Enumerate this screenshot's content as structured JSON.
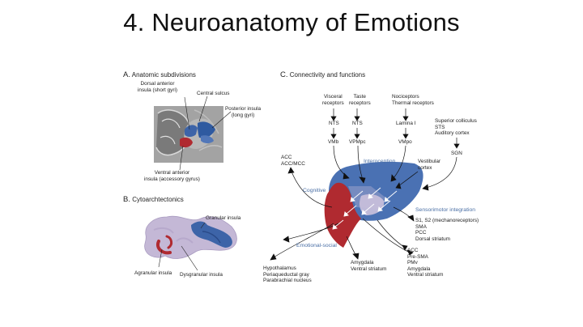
{
  "slide": {
    "title": "4. Neuroanatomy of Emotions"
  },
  "panel_a": {
    "letter": "A.",
    "title": "Anatomic subdivisions",
    "labels": {
      "dorsal_anterior": "Dorsal anterior\ninsula (short gyri)",
      "central_sulcus": "Central sulcus",
      "posterior": "Posterior insula\n(long gyri)",
      "ventral_anterior": "Ventral anterior\ninsula (accessory gyrus)"
    }
  },
  "panel_b": {
    "letter": "B.",
    "title": "Cytoarchtectonics",
    "labels": {
      "granular": "Granular insula",
      "agranular": "Agranular insula",
      "dysgranular": "Dysgranular insula"
    }
  },
  "panel_c": {
    "letter": "C.",
    "title": "Connectivity and functions",
    "inputs": {
      "visceral": "Visceral\nreceptors",
      "taste": "Taste\nreceptors",
      "nociceptors": "Nociceptors\nThermal receptors",
      "superior": "Superior colliculus\nSTS\nAuditory cortex"
    },
    "relays": {
      "nts1": "NTS",
      "nts2": "NTS",
      "lamina": "Lamina I",
      "sgn": "SGN",
      "vmb": "VMb",
      "vpmpc": "VPMpc",
      "vmpo": "VMpo"
    },
    "regions": {
      "interoception": "Interoception",
      "cognitive": "Cognitive",
      "sensorimotor": "Sensorimotor integration",
      "emotional_social": "Emotional-social"
    },
    "targets": {
      "acc_mcc": "ACC\nACC/MCC",
      "vestibular": "Vestibular\ncortex",
      "s1s2": "S1, S2 (mechanoreceptors)\nSMA\nPCC\nDorsal striatum",
      "acc_list": "ACC\nPre-SMA\nPMv\nAmygdala\nVentral striatum",
      "amygdala": "Amygdala\nVentral striatum",
      "hypothalamus": "Hypothalamus\nPeriaqueductal gray\nParabrachial nucleus"
    }
  },
  "colors": {
    "red": "#b02a30",
    "blue": "#3d64a8",
    "lilac": "#c4b8d6",
    "brain_gray": "#9a9a9a",
    "label_blue": "#4a6fa5"
  }
}
